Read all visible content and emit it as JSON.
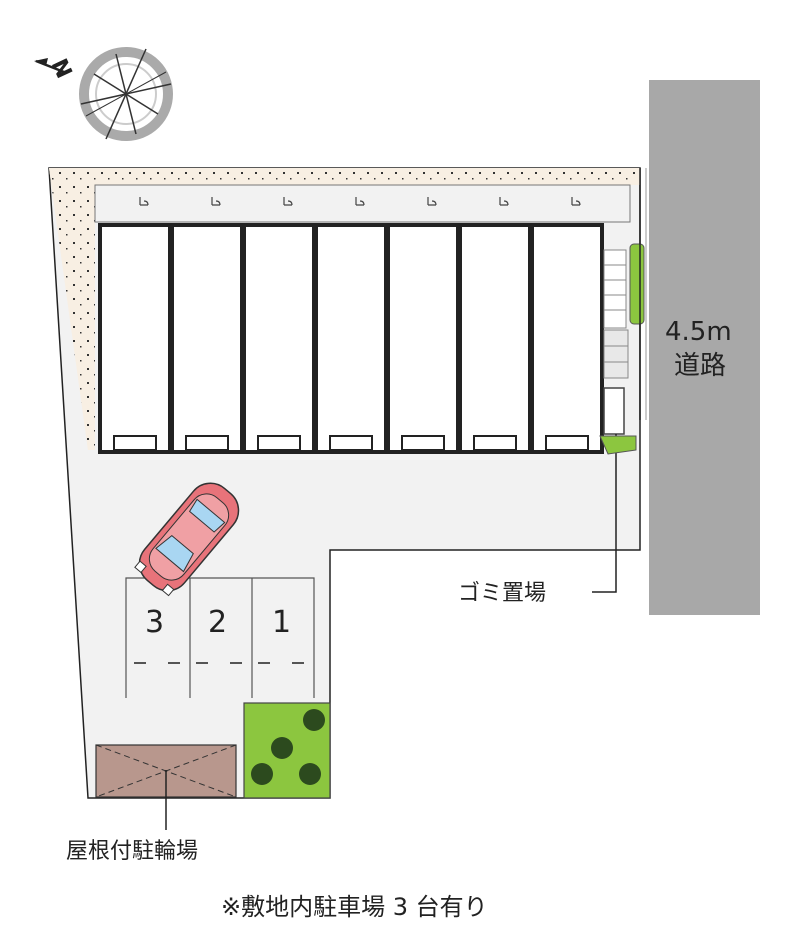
{
  "road": {
    "width_label": "4.5m",
    "name_label": "道路"
  },
  "compass": {
    "north_label": "N"
  },
  "parking": {
    "spaces": [
      "3",
      "2",
      "1"
    ]
  },
  "labels": {
    "garbage": "ゴミ置場",
    "bike_parking": "屋根付駐輪場",
    "footnote": "※敷地内駐車場 3 台有り"
  },
  "colors": {
    "road": "#a8a8a8",
    "site_ground": "#f2f2f2",
    "sandy_border": "#f7efe4",
    "building_outline": "#222222",
    "planting": "#8cc63f",
    "bike_shelter": "#b8948c",
    "car_body": "#e8737a"
  }
}
